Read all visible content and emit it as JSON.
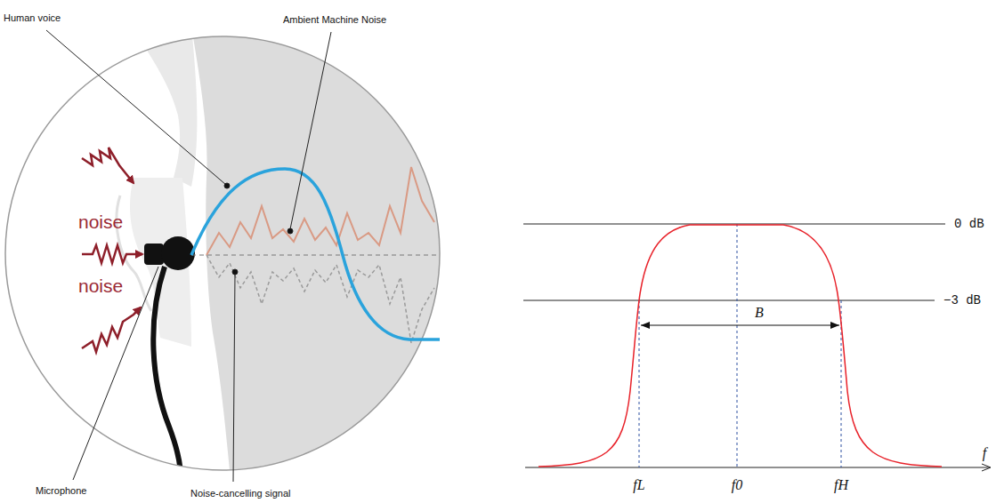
{
  "diagram": {
    "labels": [
      "Human voice",
      "Ambient Machine Noise",
      "noise",
      "noise",
      "Microphone",
      "Noise-cancelling signal",
      "0 dB",
      "−3 dB",
      "B",
      "fL",
      "f0",
      "fH",
      "f"
    ]
  }
}
